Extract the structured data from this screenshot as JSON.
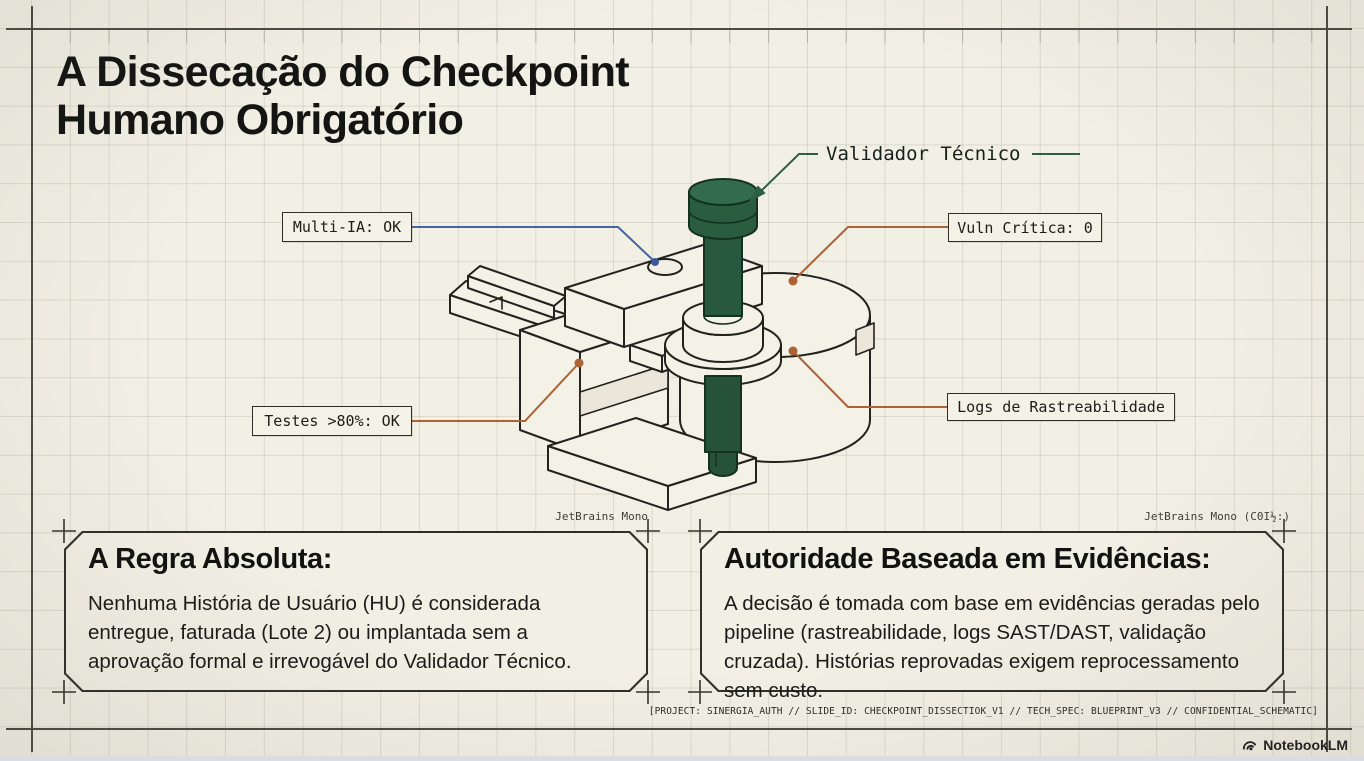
{
  "title": {
    "line1": "A Dissecação do Checkpoint",
    "line2": "Humano Obrigatório"
  },
  "callouts": {
    "validador": {
      "label": "Validador Técnico"
    },
    "multi_ia": {
      "label": "Multi-IA: OK"
    },
    "vuln": {
      "label": "Vuln Crítica: 0"
    },
    "testes": {
      "label": "Testes >80%: OK"
    },
    "logs": {
      "label": "Logs de Rastreabilidade"
    }
  },
  "cards": {
    "left": {
      "caption": "JetBrains Mono",
      "heading": "A Regra Absoluta:",
      "body": "Nenhuma História de Usuário (HU) é considerada entregue, faturada (Lote 2) ou implantada sem a aprovação formal e irrevogável do Validador Técnico."
    },
    "right": {
      "caption": "JetBrains Mono (C0I½:)",
      "heading": "Autoridade Baseada em Evidências:",
      "body": "A decisão é tomada com base em evidências geradas pelo pipeline (rastreabilidade, logs SAST/DAST, validação cruzada). Histórias reprovadas exigem reprocessamento sem custo."
    }
  },
  "footer": {
    "meta": "[PROJECT: SINERGIA_AUTH // SLIDE_ID: CHECKPOINT_DISSECTIOK_V1 // TECH_SPEC: BLUEPRINT_V3 // CONFIDENTIAL_SCHEMATIC]",
    "brand": "NotebookLM"
  },
  "colors": {
    "background": "#f2efe4",
    "ink": "#1c1c1a",
    "grid": "#c9c5b4",
    "bolt_green": "#2a5c40",
    "accent_green": "#2d5f43",
    "accent_blue": "#44639f",
    "accent_orange": "#ab6237"
  }
}
